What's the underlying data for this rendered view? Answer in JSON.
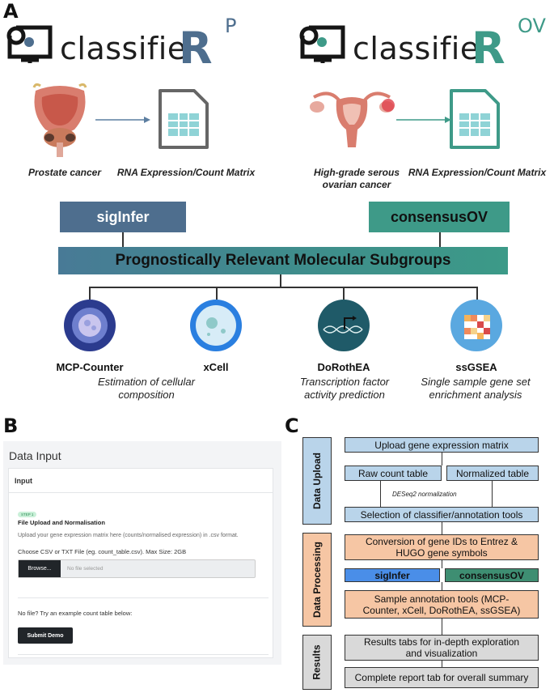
{
  "panels": {
    "a": "A",
    "b": "B",
    "c": "C"
  },
  "logos": {
    "left": {
      "text": "classifie",
      "r": "R",
      "superscript": "P"
    },
    "right": {
      "text": "classifie",
      "r": "R",
      "superscript": "OV"
    }
  },
  "panel_a": {
    "left_organ_label": "Prostate cancer",
    "left_matrix_label": "RNA Expression/Count Matrix",
    "right_organ_label": "High-grade serous ovarian cancer",
    "right_matrix_label": "RNA Expression/Count Matrix",
    "left_classifier": "sigInfer",
    "right_classifier": "consensusOV",
    "subgroups_bar": "Prognostically Relevant Molecular Subgroups",
    "tools": [
      {
        "name": "MCP-Counter",
        "icon": "mcp-counter-cell-icon"
      },
      {
        "name": "xCell",
        "icon": "xcell-cell-icon"
      },
      {
        "name": "DoRothEA",
        "icon": "dna-transcription-icon"
      },
      {
        "name": "ssGSEA",
        "icon": "heatmap-icon"
      }
    ],
    "desc_composition": "Estimation of cellular composition",
    "desc_tf": "Transcription factor activity prediction",
    "desc_ssgsea": "Single sample gene set enrichment analysis",
    "colors": {
      "siginfer": "#4e6e8e",
      "consensusov": "#3e9a88",
      "bar": "#3f8c8c"
    }
  },
  "panel_b": {
    "title": "Data Input",
    "card_header": "Input",
    "step_badge": "STEP 1",
    "step_title": "File Upload and Normalisation",
    "description": "Upload your gene expression matrix here (counts/normalised expression) in .csv format.",
    "file_label": "Choose CSV or TXT File (eg. count_table.csv). Max Size: 2GB",
    "browse_button": "Browse...",
    "file_placeholder": "No file selected",
    "example_text": "No file? Try an example count table below:",
    "submit_button": "Submit Demo"
  },
  "panel_c": {
    "sections": {
      "upload": "Data Upload",
      "processing": "Data Processing",
      "results": "Results"
    },
    "upload_matrix": "Upload gene expression matrix",
    "raw_count": "Raw count table",
    "normalized": "Normalized table",
    "deseq": "DESeq2 normalization",
    "selection": "Selection of classifier/annotation tools",
    "conversion": "Conversion of gene IDs to Entrez & HUGO gene symbols",
    "siginfer": "sigInfer",
    "consensusov": "consensusOV",
    "annotation": "Sample annotation tools (MCP-Counter, xCell, DoRothEA, ssGSEA)",
    "results_tabs": "Results tabs for in-depth exploration and visualization",
    "report_tab": "Complete report tab for overall summary",
    "colors": {
      "upload": "#b9d4ea",
      "processing": "#f6c6a4",
      "results": "#d9d9d9",
      "siginfer": "#4a8ee8",
      "consensusov": "#3e8e72"
    }
  }
}
